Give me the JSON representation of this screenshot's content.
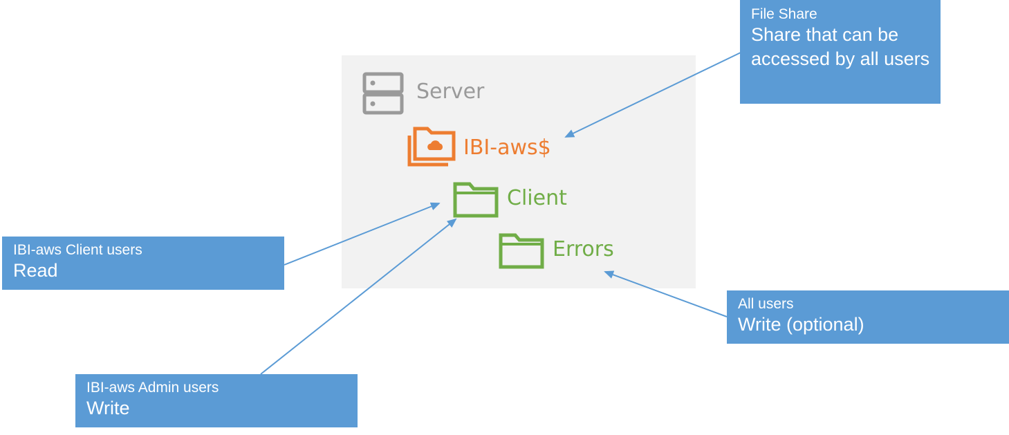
{
  "server": {
    "label": "Server",
    "icon": "server-icon",
    "color": "#9a9a9a"
  },
  "share": {
    "label": "IBI-aws$",
    "icon": "cloud-folder-icon",
    "color": "#ed7d31"
  },
  "client_folder": {
    "label": "Client",
    "icon": "folder-icon",
    "color": "#70ad47"
  },
  "errors_folder": {
    "label": "Errors",
    "icon": "folder-icon",
    "color": "#70ad47"
  },
  "callouts": {
    "file_share": {
      "title": "File Share",
      "body": "Share that can be accessed by all users"
    },
    "client_users": {
      "title": "IBI-aws Client users",
      "body": "Read"
    },
    "all_users": {
      "title": "All users",
      "body": "Write (optional)"
    },
    "admin_users": {
      "title": "IBI-aws Admin users",
      "body": "Write"
    }
  },
  "colors": {
    "callout_fill": "#5b9bd5",
    "panel_fill": "#f2f2f2",
    "arrow": "#5b9bd5"
  }
}
